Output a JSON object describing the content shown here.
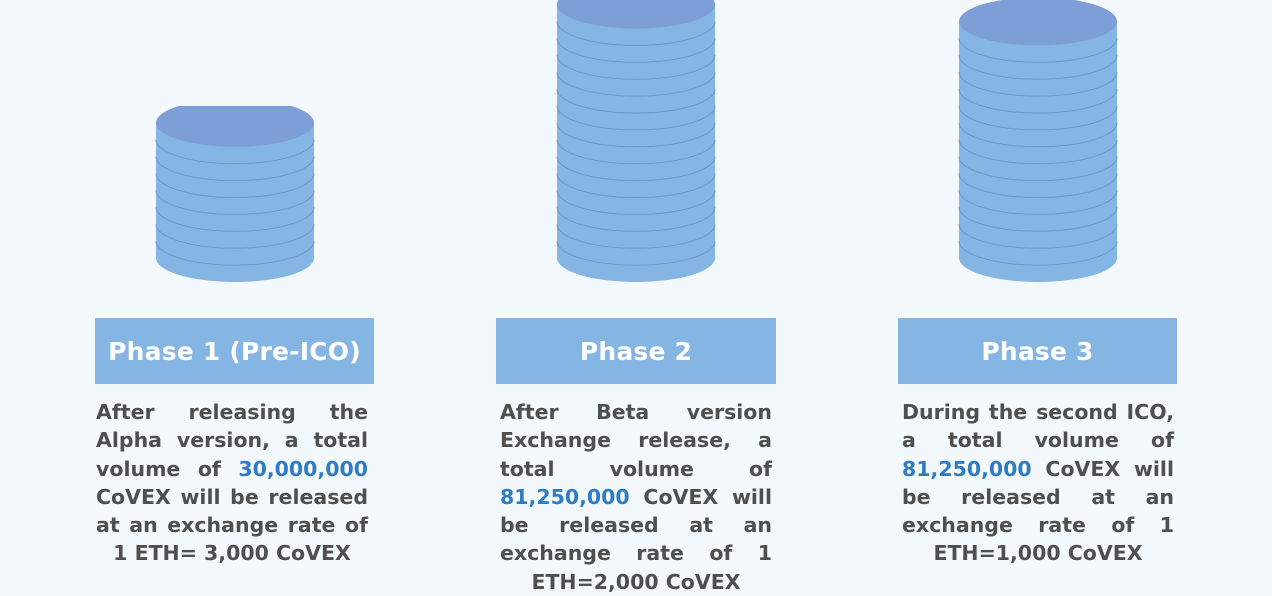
{
  "phases": [
    {
      "title": "Phase 1 (Pre-ICO)",
      "desc_before": "After releasing the Alpha version, a total volume of ",
      "amount": "30,000,000",
      "desc_after": " CoVEX will be released at an exchange rate of 1 ETH= 3,000 CoVEX",
      "coin_layers": 8
    },
    {
      "title": "Phase 2",
      "desc_before": "After Beta version Exchange release, a total volume of ",
      "amount": "81,250,000",
      "desc_after": " CoVEX will be released at an exchange rate of 1 ETH=2,000 CoVEX",
      "coin_layers": 15
    },
    {
      "title": "Phase 3",
      "desc_before": "During the second ICO, a total volume of ",
      "amount": "81,250,000",
      "desc_after": " CoVEX will be released at an exchange rate of 1 ETH=1,000 CoVEX",
      "coin_layers": 14
    }
  ],
  "colors": {
    "coin_body": "#84b5e3",
    "coin_top": "#7d9ed6",
    "coin_line": "#6c96cf",
    "header_bg": "#84b5e3",
    "highlight": "#2f7cc5",
    "text": "#4f4f4f",
    "background": "#f3f8fc"
  }
}
